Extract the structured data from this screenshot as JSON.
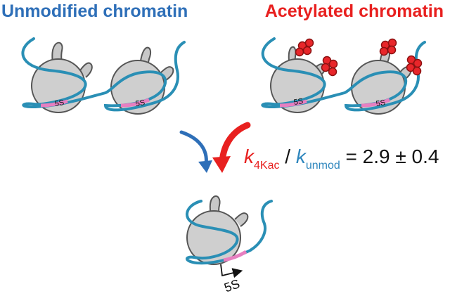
{
  "headings": {
    "unmodified": "Unmodified chromatin",
    "acetylated": "Acetylated chromatin"
  },
  "nucleosome_label": "5S",
  "equation": {
    "k_numerator": "k",
    "numerator_subscript": "4Kac",
    "slash": " / ",
    "k_denominator": "k",
    "denominator_subscript": "unmod",
    "value": " = 2.9 ± 0.4"
  },
  "colors": {
    "unmodified": "#2e6fb8",
    "acetylated": "#e8201f",
    "dna": "#2a8fb5",
    "histone": "#cfcfcf",
    "tail": "#c8c8c8",
    "acetyl": "#e8262a",
    "site_5s": "#e77fc0"
  },
  "icons": {
    "blue_arrow": "curved-arrow-down",
    "red_arrow": "curved-arrow-down",
    "start_site": "bent-arrow-right"
  }
}
